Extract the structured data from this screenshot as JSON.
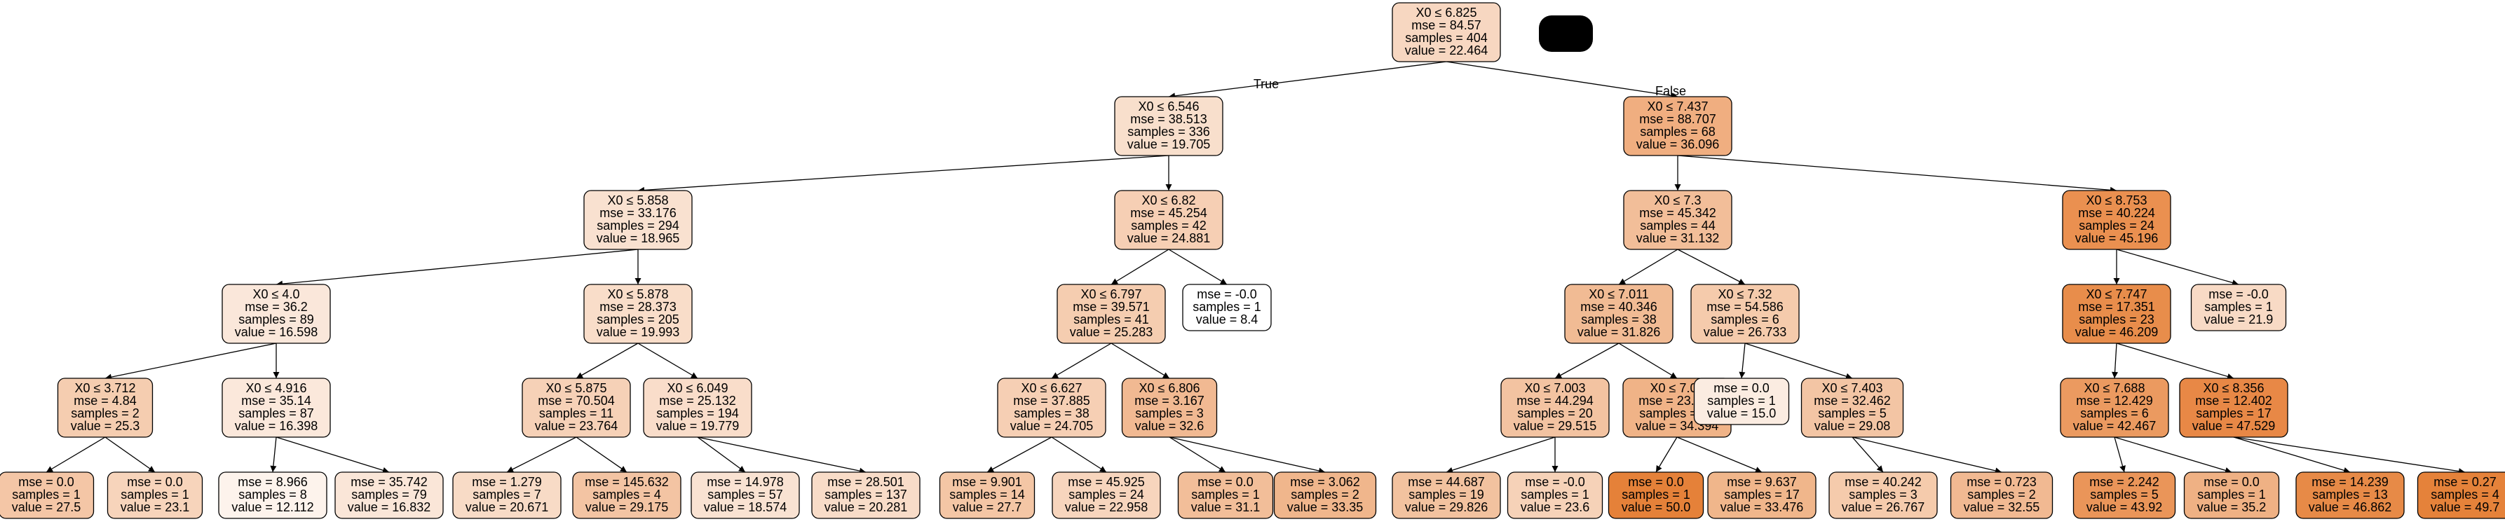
{
  "tree": {
    "edge_labels": {
      "true": "True",
      "false": "False"
    },
    "nodes": [
      {
        "id": "n0",
        "lines": [
          "X0 ≤ 6.825",
          "mse = 84.57",
          "samples = 404",
          "value = 22.464"
        ],
        "color": "#f7d7c1"
      },
      {
        "id": "n1",
        "lines": [
          "X0 ≤ 6.546",
          "mse = 38.513",
          "samples = 336",
          "value = 19.705"
        ],
        "color": "#f8dfcc"
      },
      {
        "id": "n2",
        "lines": [
          "X0 ≤ 7.437",
          "mse = 88.707",
          "samples = 68",
          "value = 36.096"
        ],
        "color": "#f0ae80"
      },
      {
        "id": "n3",
        "lines": [
          "X0 ≤ 5.858",
          "mse = 33.176",
          "samples = 294",
          "value = 18.965"
        ],
        "color": "#f9e1d0"
      },
      {
        "id": "n4",
        "lines": [
          "X0 ≤ 6.82",
          "mse = 45.254",
          "samples = 42",
          "value = 24.881"
        ],
        "color": "#f6cfb4"
      },
      {
        "id": "n5",
        "lines": [
          "X0 ≤ 7.3",
          "mse = 45.342",
          "samples = 44",
          "value = 31.132"
        ],
        "color": "#f2be99"
      },
      {
        "id": "n6",
        "lines": [
          "X0 ≤ 8.753",
          "mse = 40.224",
          "samples = 24",
          "value = 45.196"
        ],
        "color": "#ea9050"
      },
      {
        "id": "n7",
        "lines": [
          "X0 ≤ 4.0",
          "mse = 36.2",
          "samples = 89",
          "value = 16.598"
        ],
        "color": "#fae7da"
      },
      {
        "id": "n8",
        "lines": [
          "X0 ≤ 5.878",
          "mse = 28.373",
          "samples = 205",
          "value = 19.993"
        ],
        "color": "#f9ddc9"
      },
      {
        "id": "n9",
        "lines": [
          "X0 ≤ 6.797",
          "mse = 39.571",
          "samples = 41",
          "value = 25.283"
        ],
        "color": "#f5cdb0"
      },
      {
        "id": "n10",
        "lines": [
          "mse = -0.0",
          "samples = 1",
          "value = 8.4"
        ],
        "color": "#ffffff"
      },
      {
        "id": "n11",
        "lines": [
          "X0 ≤ 7.011",
          "mse = 40.346",
          "samples = 38",
          "value = 31.826"
        ],
        "color": "#f1bb94"
      },
      {
        "id": "n12",
        "lines": [
          "X0 ≤ 7.32",
          "mse = 54.586",
          "samples = 6",
          "value = 26.733"
        ],
        "color": "#f5cbac"
      },
      {
        "id": "n13",
        "lines": [
          "X0 ≤ 7.747",
          "mse = 17.351",
          "samples = 23",
          "value = 46.209"
        ],
        "color": "#e88d4b"
      },
      {
        "id": "n14",
        "lines": [
          "mse = -0.0",
          "samples = 1",
          "value = 21.9"
        ],
        "color": "#f8dac5"
      },
      {
        "id": "n15",
        "lines": [
          "X0 ≤ 3.712",
          "mse = 4.84",
          "samples = 2",
          "value = 25.3"
        ],
        "color": "#f5cdb0"
      },
      {
        "id": "n16",
        "lines": [
          "X0 ≤ 4.916",
          "mse = 35.14",
          "samples = 87",
          "value = 16.398"
        ],
        "color": "#fbe8db"
      },
      {
        "id": "n17",
        "lines": [
          "X0 ≤ 5.875",
          "mse = 70.504",
          "samples = 11",
          "value = 23.764"
        ],
        "color": "#f6d1b7"
      },
      {
        "id": "n18",
        "lines": [
          "X0 ≤ 6.049",
          "mse = 25.132",
          "samples = 194",
          "value = 19.779"
        ],
        "color": "#f9ddca"
      },
      {
        "id": "n19",
        "lines": [
          "X0 ≤ 6.627",
          "mse = 37.885",
          "samples = 38",
          "value = 24.705"
        ],
        "color": "#f6cfb4"
      },
      {
        "id": "n20",
        "lines": [
          "X0 ≤ 6.806",
          "mse = 3.167",
          "samples = 3",
          "value = 32.6"
        ],
        "color": "#f1b992"
      },
      {
        "id": "n21",
        "lines": [
          "X0 ≤ 7.003",
          "mse = 44.294",
          "samples = 20",
          "value = 29.515"
        ],
        "color": "#f3c3a1"
      },
      {
        "id": "n22",
        "lines": [
          "X0 ≤ 7.02",
          "mse = 23.427",
          "samples = 18",
          "value = 34.394"
        ],
        "color": "#f0b387"
      },
      {
        "id": "n23",
        "lines": [
          "mse = 0.0",
          "samples = 1",
          "value = 15.0"
        ],
        "color": "#fbece1"
      },
      {
        "id": "n24",
        "lines": [
          "X0 ≤ 7.403",
          "mse = 32.462",
          "samples = 5",
          "value = 29.08"
        ],
        "color": "#f3c5a4"
      },
      {
        "id": "n25",
        "lines": [
          "X0 ≤ 7.688",
          "mse = 12.429",
          "samples = 6",
          "value = 42.467"
        ],
        "color": "#eb9a60"
      },
      {
        "id": "n26",
        "lines": [
          "X0 ≤ 8.356",
          "mse = 12.402",
          "samples = 17",
          "value = 47.529"
        ],
        "color": "#e88846"
      },
      {
        "id": "n27",
        "lines": [
          "mse = 0.0",
          "samples = 1",
          "value = 27.5"
        ],
        "color": "#f4c6a6"
      },
      {
        "id": "n28",
        "lines": [
          "mse = 0.0",
          "samples = 1",
          "value = 23.1"
        ],
        "color": "#f7d4bb"
      },
      {
        "id": "n29",
        "lines": [
          "mse = 8.966",
          "samples = 8",
          "value = 12.112"
        ],
        "color": "#fdf3ec"
      },
      {
        "id": "n30",
        "lines": [
          "mse = 35.742",
          "samples = 79",
          "value = 16.832"
        ],
        "color": "#fae6d8"
      },
      {
        "id": "n31",
        "lines": [
          "mse = 1.279",
          "samples = 7",
          "value = 20.671"
        ],
        "color": "#f8dbc6"
      },
      {
        "id": "n32",
        "lines": [
          "mse = 145.632",
          "samples = 4",
          "value = 29.175"
        ],
        "color": "#f3c4a3"
      },
      {
        "id": "n33",
        "lines": [
          "mse = 14.978",
          "samples = 57",
          "value = 18.574"
        ],
        "color": "#f9e2d2"
      },
      {
        "id": "n34",
        "lines": [
          "mse = 28.501",
          "samples = 137",
          "value = 20.281"
        ],
        "color": "#f8dcc8"
      },
      {
        "id": "n35",
        "lines": [
          "mse = 9.901",
          "samples = 14",
          "value = 27.7"
        ],
        "color": "#f4c6a5"
      },
      {
        "id": "n36",
        "lines": [
          "mse = 45.925",
          "samples = 24",
          "value = 22.958"
        ],
        "color": "#f7d5bd"
      },
      {
        "id": "n37",
        "lines": [
          "mse = 0.0",
          "samples = 1",
          "value = 31.1"
        ],
        "color": "#f2be99"
      },
      {
        "id": "n38",
        "lines": [
          "mse = 3.062",
          "samples = 2",
          "value = 33.35"
        ],
        "color": "#f0b68c"
      },
      {
        "id": "n39",
        "lines": [
          "mse = 44.687",
          "samples = 19",
          "value = 29.826"
        ],
        "color": "#f2c29f"
      },
      {
        "id": "n40",
        "lines": [
          "mse = -0.0",
          "samples = 1",
          "value = 23.6"
        ],
        "color": "#f6d2b8"
      },
      {
        "id": "n41",
        "lines": [
          "mse = 0.0",
          "samples = 1",
          "value = 50.0"
        ],
        "color": "#e58139"
      },
      {
        "id": "n42",
        "lines": [
          "mse = 9.637",
          "samples = 17",
          "value = 33.476"
        ],
        "color": "#f0b68b"
      },
      {
        "id": "n43",
        "lines": [
          "mse = 40.242",
          "samples = 3",
          "value = 26.767"
        ],
        "color": "#f5cbac"
      },
      {
        "id": "n44",
        "lines": [
          "mse = 0.723",
          "samples = 2",
          "value = 32.55"
        ],
        "color": "#f1b992"
      },
      {
        "id": "n45",
        "lines": [
          "mse = 2.242",
          "samples = 5",
          "value = 43.92"
        ],
        "color": "#ea9559"
      },
      {
        "id": "n46",
        "lines": [
          "mse = 0.0",
          "samples = 1",
          "value = 35.2"
        ],
        "color": "#efb184"
      },
      {
        "id": "n47",
        "lines": [
          "mse = 14.239",
          "samples = 13",
          "value = 46.862"
        ],
        "color": "#e78a47"
      },
      {
        "id": "n48",
        "lines": [
          "mse = 0.27",
          "samples = 4",
          "value = 49.7"
        ],
        "color": "#e5823a"
      }
    ],
    "edges": [
      [
        "n0",
        "n1"
      ],
      [
        "n0",
        "n2"
      ],
      [
        "n1",
        "n3"
      ],
      [
        "n1",
        "n4"
      ],
      [
        "n2",
        "n5"
      ],
      [
        "n2",
        "n6"
      ],
      [
        "n3",
        "n7"
      ],
      [
        "n3",
        "n8"
      ],
      [
        "n4",
        "n9"
      ],
      [
        "n4",
        "n10"
      ],
      [
        "n5",
        "n11"
      ],
      [
        "n5",
        "n12"
      ],
      [
        "n6",
        "n13"
      ],
      [
        "n6",
        "n14"
      ],
      [
        "n7",
        "n15"
      ],
      [
        "n7",
        "n16"
      ],
      [
        "n8",
        "n17"
      ],
      [
        "n8",
        "n18"
      ],
      [
        "n9",
        "n19"
      ],
      [
        "n9",
        "n20"
      ],
      [
        "n11",
        "n21"
      ],
      [
        "n11",
        "n22"
      ],
      [
        "n12",
        "n23"
      ],
      [
        "n12",
        "n24"
      ],
      [
        "n13",
        "n25"
      ],
      [
        "n13",
        "n26"
      ],
      [
        "n15",
        "n27"
      ],
      [
        "n15",
        "n28"
      ],
      [
        "n16",
        "n29"
      ],
      [
        "n16",
        "n30"
      ],
      [
        "n17",
        "n31"
      ],
      [
        "n17",
        "n32"
      ],
      [
        "n18",
        "n33"
      ],
      [
        "n18",
        "n34"
      ],
      [
        "n19",
        "n35"
      ],
      [
        "n19",
        "n36"
      ],
      [
        "n20",
        "n37"
      ],
      [
        "n20",
        "n38"
      ],
      [
        "n21",
        "n39"
      ],
      [
        "n21",
        "n40"
      ],
      [
        "n22",
        "n41"
      ],
      [
        "n22",
        "n42"
      ],
      [
        "n24",
        "n43"
      ],
      [
        "n24",
        "n44"
      ],
      [
        "n25",
        "n45"
      ],
      [
        "n25",
        "n46"
      ],
      [
        "n26",
        "n47"
      ],
      [
        "n26",
        "n48"
      ]
    ]
  }
}
